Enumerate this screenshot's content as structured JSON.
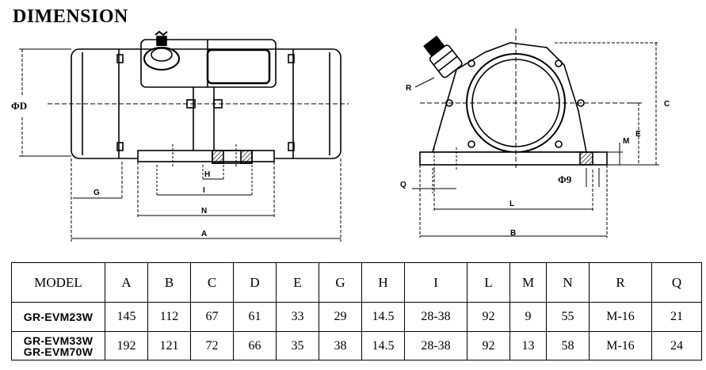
{
  "title": "DIMENSION",
  "labels": {
    "phi_d": "ΦD",
    "g": "G",
    "h": "H",
    "i": "I",
    "n": "N",
    "a": "A",
    "r": "R",
    "c": "C",
    "e": "E",
    "m": "M",
    "q": "Q",
    "phi9": "Φ9",
    "l": "L",
    "b": "B"
  },
  "table": {
    "headers": [
      "MODEL",
      "A",
      "B",
      "C",
      "D",
      "E",
      "G",
      "H",
      "I",
      "L",
      "M",
      "N",
      "R",
      "Q"
    ],
    "rows": [
      {
        "model": [
          "GR-EVM23W"
        ],
        "values": [
          "145",
          "112",
          "67",
          "61",
          "33",
          "29",
          "14.5",
          "28-38",
          "92",
          "9",
          "55",
          "M-16",
          "21"
        ]
      },
      {
        "model": [
          "GR-EVM33W",
          "GR-EVM70W"
        ],
        "values": [
          "192",
          "121",
          "72",
          "66",
          "35",
          "38",
          "14.5",
          "28-38",
          "92",
          "13",
          "58",
          "M-16",
          "24"
        ]
      }
    ]
  }
}
